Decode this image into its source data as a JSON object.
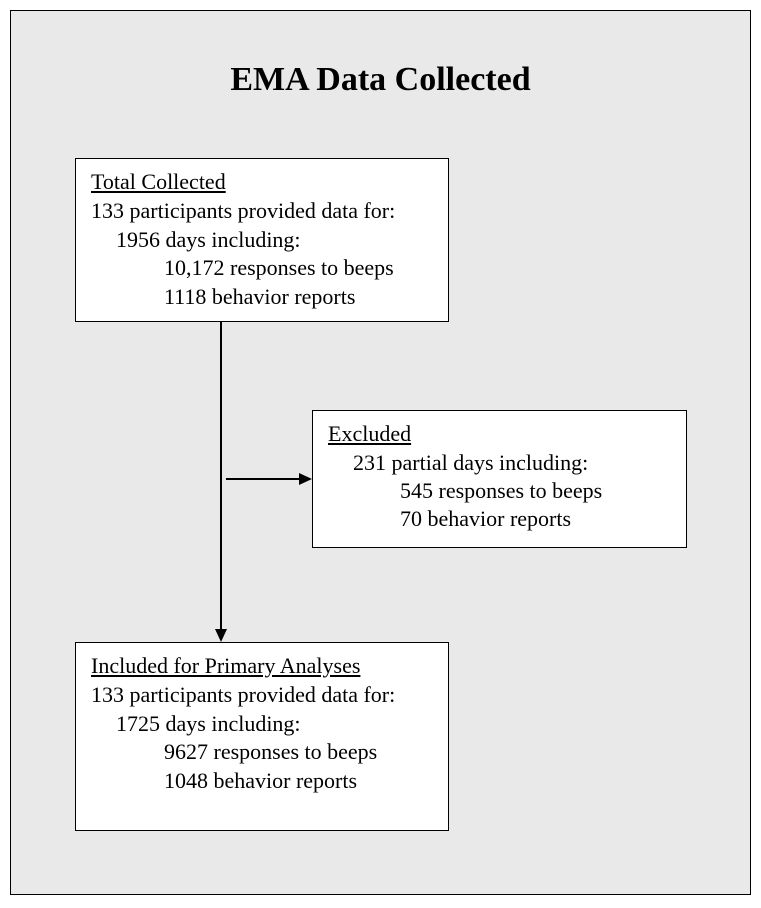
{
  "title": "EMA Data Collected",
  "boxes": {
    "total": {
      "heading": "Total Collected",
      "lines": [
        "133 participants provided data for:",
        "1956 days including:",
        "10,172 responses to beeps",
        "1118 behavior reports"
      ]
    },
    "excluded": {
      "heading": "Excluded",
      "lines": [
        "231 partial days including:",
        "545 responses to beeps",
        "70 behavior reports"
      ]
    },
    "included": {
      "heading": "Included for Primary Analyses",
      "lines": [
        "133 participants provided data for:",
        "1725 days including:",
        "9627 responses to beeps",
        "1048 behavior reports"
      ]
    }
  }
}
